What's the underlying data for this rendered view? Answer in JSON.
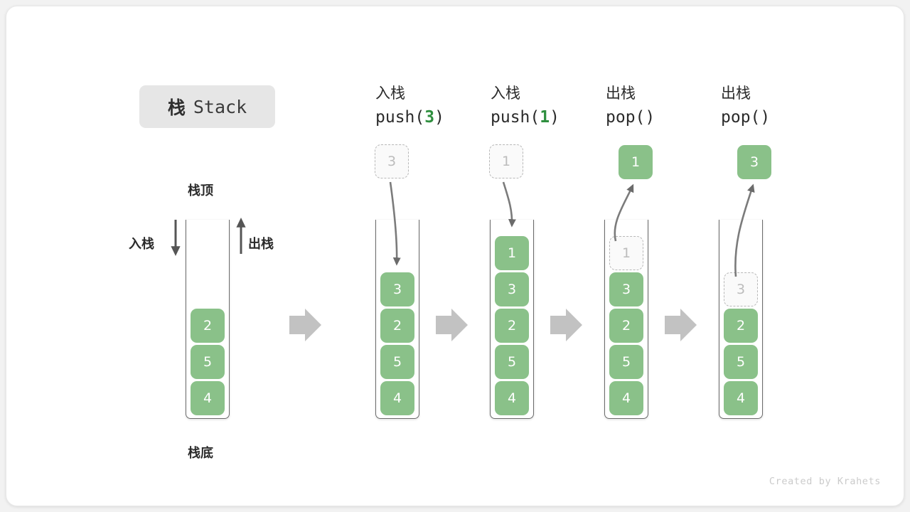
{
  "title": {
    "cn": "栈",
    "en": "Stack"
  },
  "labels": {
    "top": "栈顶",
    "bottom": "栈底",
    "push": "入栈",
    "pop": "出栈"
  },
  "credit": "Created by Krahets",
  "colors": {
    "cell_fill": "#8ac189",
    "cell_text": "#ffffff",
    "ghost_border": "#b8b8b8",
    "ghost_text": "#bcbcbc",
    "arrow": "#6b6b6b",
    "step_arrow": "#c2c2c2",
    "badge_bg": "#e6e6e6",
    "accent_green": "#2f8f3f"
  },
  "columns": [
    {
      "id": "initial",
      "header": null,
      "floating": null,
      "cells": [
        {
          "value": "2",
          "state": "solid"
        },
        {
          "value": "5",
          "state": "solid"
        },
        {
          "value": "4",
          "state": "solid"
        }
      ]
    },
    {
      "id": "push-3",
      "header": {
        "cn": "入栈",
        "fn": "push(",
        "arg": "3",
        "fn_end": ")"
      },
      "floating": {
        "value": "3",
        "state": "ghost"
      },
      "cells": [
        {
          "value": "3",
          "state": "solid"
        },
        {
          "value": "2",
          "state": "solid"
        },
        {
          "value": "5",
          "state": "solid"
        },
        {
          "value": "4",
          "state": "solid"
        }
      ]
    },
    {
      "id": "push-1",
      "header": {
        "cn": "入栈",
        "fn": "push(",
        "arg": "1",
        "fn_end": ")"
      },
      "floating": {
        "value": "1",
        "state": "ghost"
      },
      "cells": [
        {
          "value": "1",
          "state": "solid"
        },
        {
          "value": "3",
          "state": "solid"
        },
        {
          "value": "2",
          "state": "solid"
        },
        {
          "value": "5",
          "state": "solid"
        },
        {
          "value": "4",
          "state": "solid"
        }
      ]
    },
    {
      "id": "pop-1",
      "header": {
        "cn": "出栈",
        "fn": "pop(",
        "arg": "",
        "fn_end": ")"
      },
      "floating": {
        "value": "1",
        "state": "solid"
      },
      "cells": [
        {
          "value": "1",
          "state": "ghost"
        },
        {
          "value": "3",
          "state": "solid"
        },
        {
          "value": "2",
          "state": "solid"
        },
        {
          "value": "5",
          "state": "solid"
        },
        {
          "value": "4",
          "state": "solid"
        }
      ]
    },
    {
      "id": "pop-3",
      "header": {
        "cn": "出栈",
        "fn": "pop(",
        "arg": "",
        "fn_end": ")"
      },
      "floating": {
        "value": "3",
        "state": "solid"
      },
      "cells": [
        {
          "value": "3",
          "state": "ghost"
        },
        {
          "value": "2",
          "state": "solid"
        },
        {
          "value": "5",
          "state": "solid"
        },
        {
          "value": "4",
          "state": "solid"
        }
      ]
    }
  ]
}
